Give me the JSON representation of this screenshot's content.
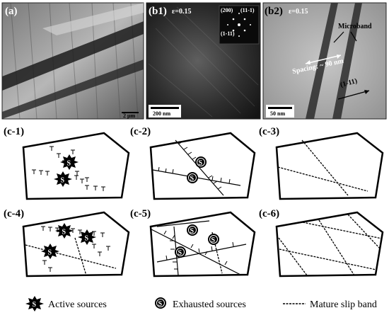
{
  "figure": {
    "tem_panels": {
      "a": {
        "label": "(a)",
        "scale_bar": "2 μm"
      },
      "b1": {
        "label": "(b1)",
        "strain": "ε=0.15",
        "scale_bar": "200 nm",
        "saed_labels": [
          "(200)",
          "(11-1)",
          "(1-11)"
        ]
      },
      "b2": {
        "label": "(b2)",
        "strain": "ε=0.15",
        "scale_bar": "50 nm",
        "microband_label": "Microband",
        "spacing_label": "Spacing: ~ 90 nm",
        "direction_label": "(1-11)"
      }
    },
    "schematic_panels": [
      "(c-1)",
      "(c-2)",
      "(c-3)",
      "(c-4)",
      "(c-5)",
      "(c-6)"
    ],
    "source_symbol": "S",
    "legend": {
      "active": "Active sources",
      "exhausted": "Exhausted sources",
      "mature": "Mature slip band"
    }
  }
}
